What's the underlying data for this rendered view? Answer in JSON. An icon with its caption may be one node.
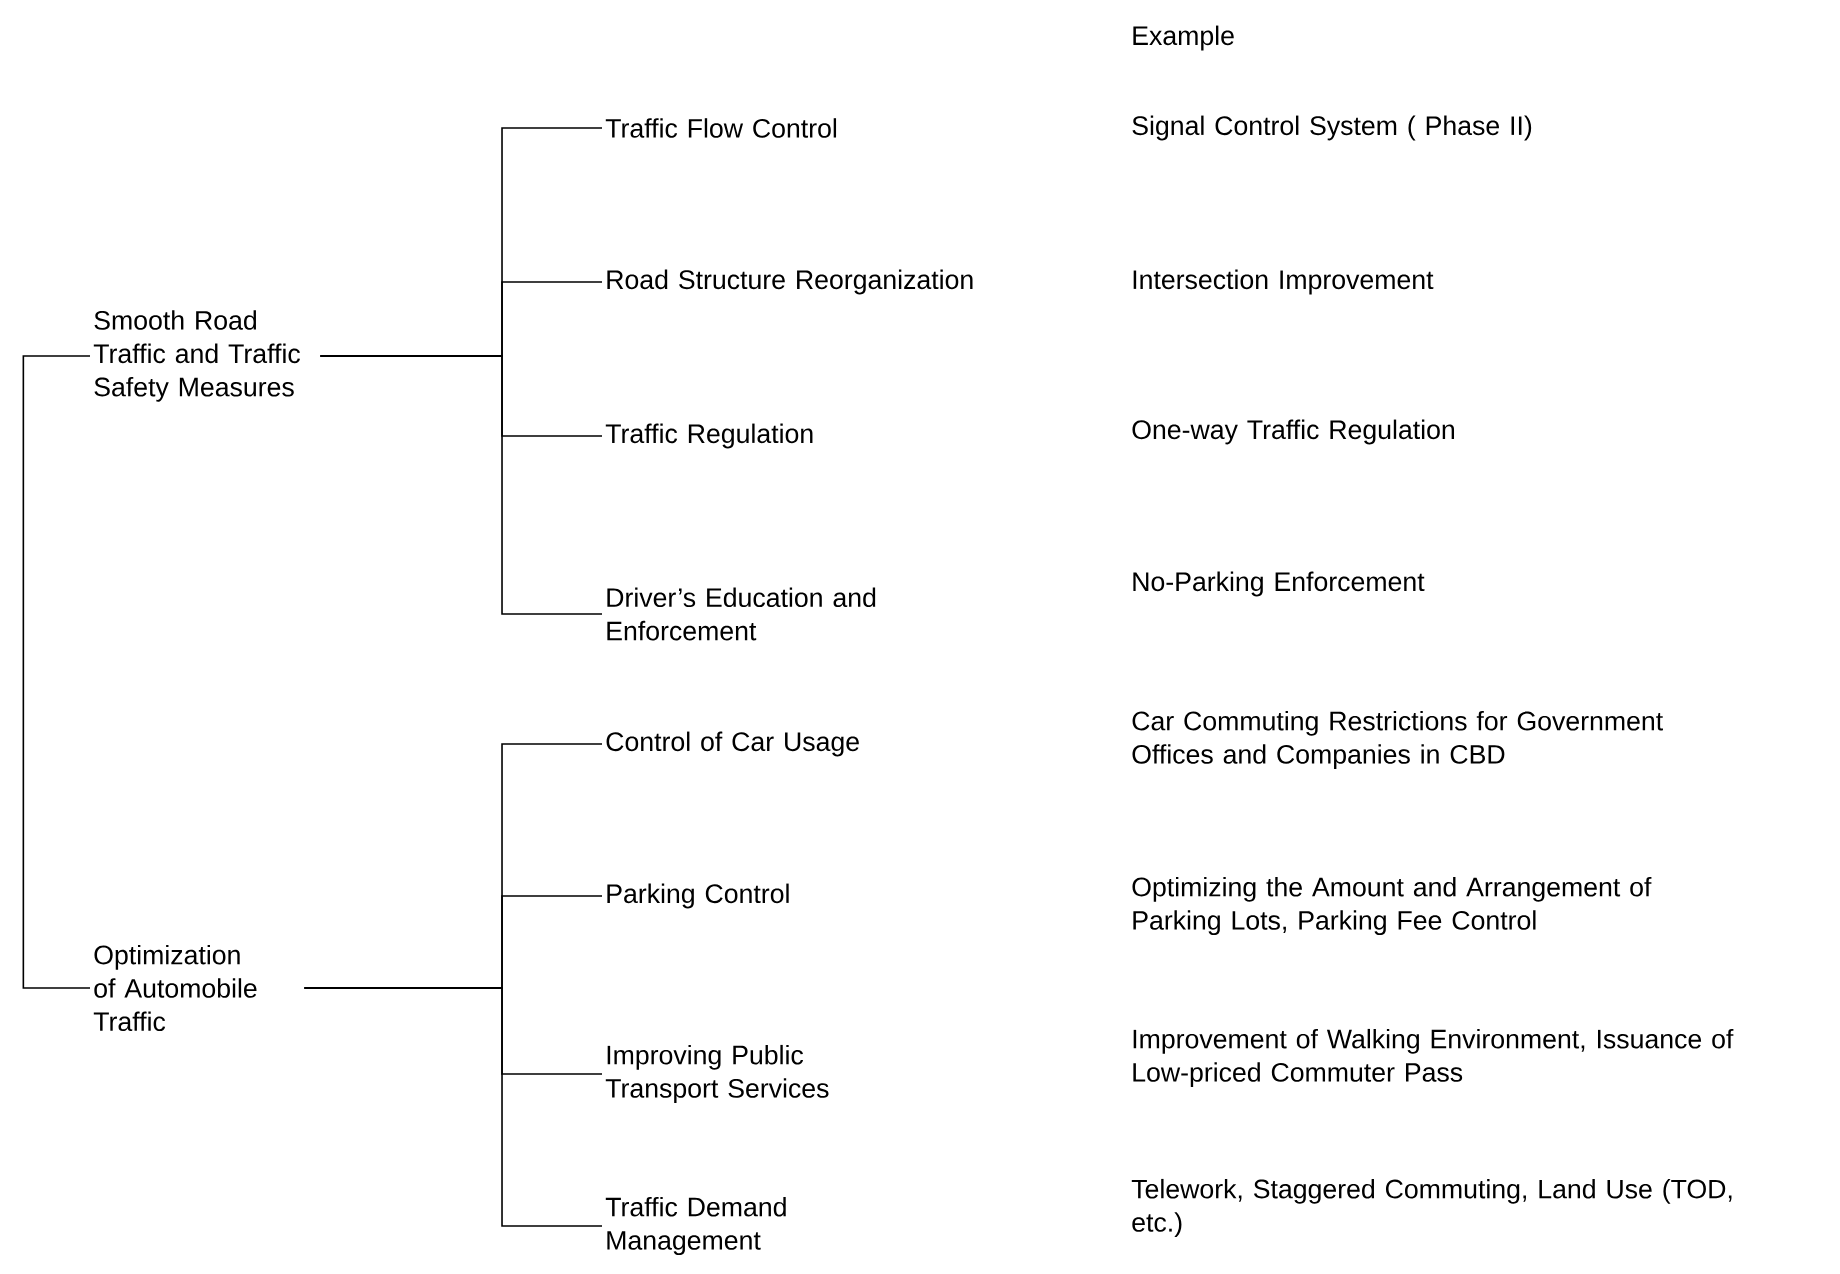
{
  "diagram": {
    "nodes": [
      {
        "text": [
          "Smooth Road Traffic and Traffic Safety Measures"
        ]
      },
      {
        "text": [
          "Traffic Flow Control"
        ],
        "beside": [
          "Signal Control System    ( Phase II)"
        ]
      },
      {
        "text": [
          "Road Structure Reorganization"
        ],
        "beside": [
          "Intersection Improvement"
        ]
      },
      {
        "text": [
          "Traffic Regulation"
        ],
        "beside": [
          "One-way Traffic Regulation"
        ]
      },
      {
        "text": [
          "Driver’s Education and Enforcement"
        ],
        "beside": [
          "No-Parking Enforcement"
        ]
      },
      {
        "text": [
          "Optimization of Automobile Traffic"
        ]
      },
      {
        "text": [
          "Control of Car Usage"
        ],
        "beside": [
          "Car Commuting Restrictions for Government Offices and Companies in CBD"
        ]
      },
      {
        "text": [
          "Parking Control"
        ],
        "beside": [
          "Optimizing the Amount and Arrangement of Parking Lots, Parking Fee Control"
        ]
      },
      {
        "text": [
          "Improving Public Transport Services"
        ],
        "beside": [
          "Improvement of Walking Environment, Issuance of Low-priced Commuter Pass"
        ]
      },
      {
        "text": [
          "Traffic Demand Management"
        ],
        "beside": [
          "Telework, Staggered Commuting, Land Use (TOD, etc.)"
        ]
      }
    ],
    "edges": [
      {
        "from": 0,
        "to": 5,
        "arrow": "none"
      },
      {
        "from": 0,
        "to": 1,
        "arrow": "none"
      },
      {
        "from": 0,
        "to": 2,
        "arrow": "none"
      },
      {
        "from": 0,
        "to": 3,
        "arrow": "none"
      },
      {
        "from": 0,
        "to": 4,
        "arrow": "none"
      },
      {
        "from": 5,
        "to": 6,
        "arrow": "none"
      },
      {
        "from": 5,
        "to": 7,
        "arrow": "none"
      },
      {
        "from": 5,
        "to": 8,
        "arrow": "none"
      },
      {
        "from": 5,
        "to": 9,
        "arrow": "none"
      }
    ],
    "labels": [
      "Example"
    ]
  }
}
